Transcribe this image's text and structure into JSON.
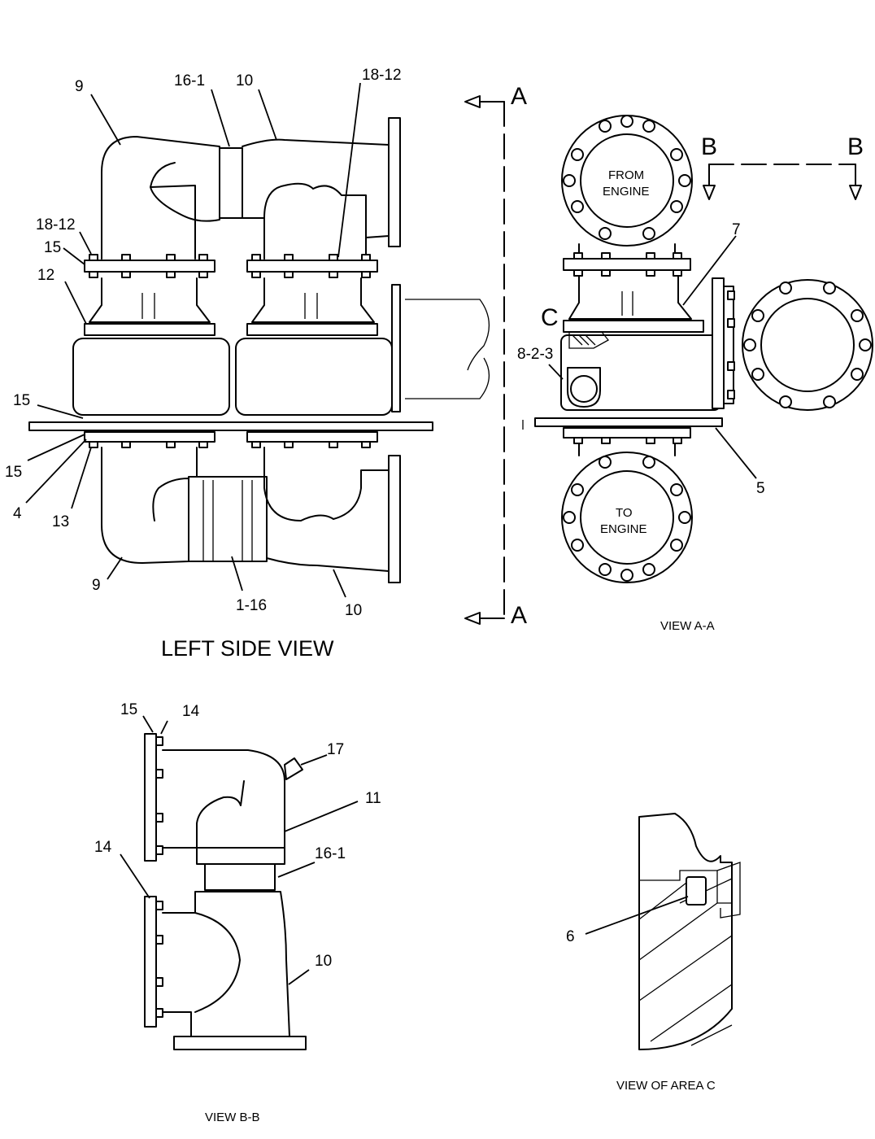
{
  "left_side_view": {
    "title": "LEFT SIDE VIEW",
    "section_mark": "A",
    "callouts": [
      "9",
      "16-1",
      "10",
      "18-12",
      "18-12",
      "15",
      "12",
      "15",
      "15",
      "4",
      "13",
      "9",
      "1-16",
      "10"
    ]
  },
  "view_aa": {
    "caption": "VIEW A-A",
    "section_mark": "B",
    "area_mark": "C",
    "from_engine": [
      "FROM",
      "ENGINE"
    ],
    "to_engine": [
      "TO",
      "ENGINE"
    ],
    "callouts": [
      "7",
      "8-2-3",
      "5"
    ]
  },
  "view_bb": {
    "caption": "VIEW B-B",
    "callouts": [
      "15",
      "14",
      "17",
      "11",
      "14",
      "16-1",
      "10"
    ]
  },
  "view_area_c": {
    "caption": "VIEW OF AREA C",
    "callouts": [
      "6"
    ]
  }
}
